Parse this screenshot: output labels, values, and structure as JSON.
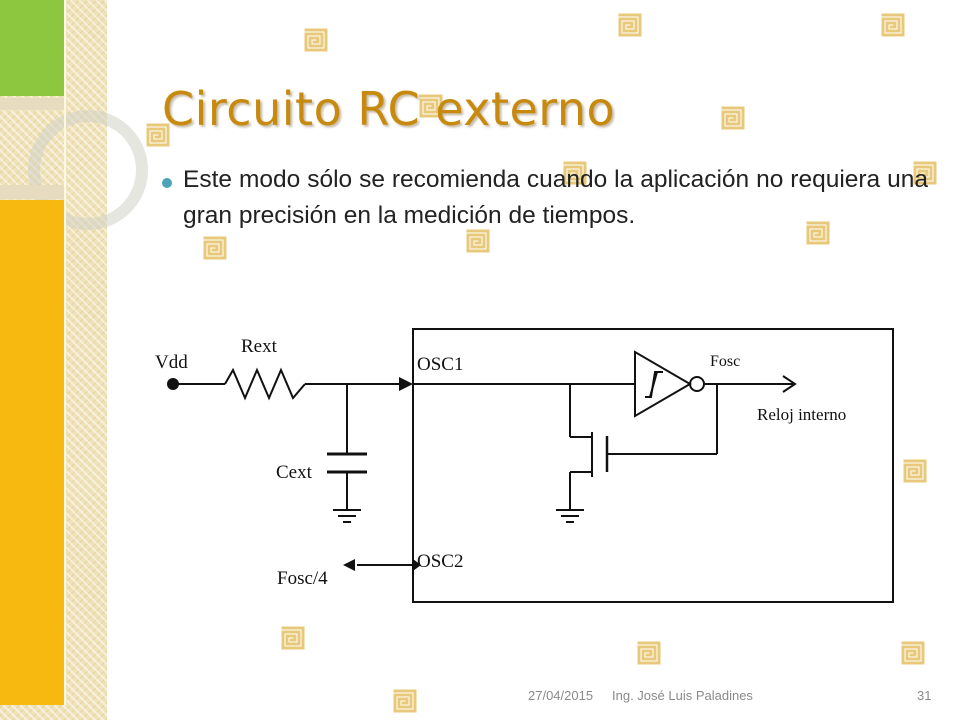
{
  "slide": {
    "title": "Circuito RC externo",
    "bullet_text": "Este modo sólo se recomienda cuando la aplicación no requiera una gran precisión en la medición de tiempos."
  },
  "diagram": {
    "vdd": "Vdd",
    "rext": "Rext",
    "cext": "Cext",
    "osc1": "OSC1",
    "osc2": "OSC2",
    "fosc": "Fosc",
    "reloj_interno": "Reloj interno",
    "fosc4": "Fosc/4"
  },
  "footer": {
    "date": "27/04/2015",
    "author": "Ing. José Luis Paladines",
    "page": "31"
  },
  "colors": {
    "title": "#c78a0f",
    "accent_yellow": "#f7b90f",
    "accent_green": "#8dc63f",
    "greek_key": "#e8c87a"
  }
}
